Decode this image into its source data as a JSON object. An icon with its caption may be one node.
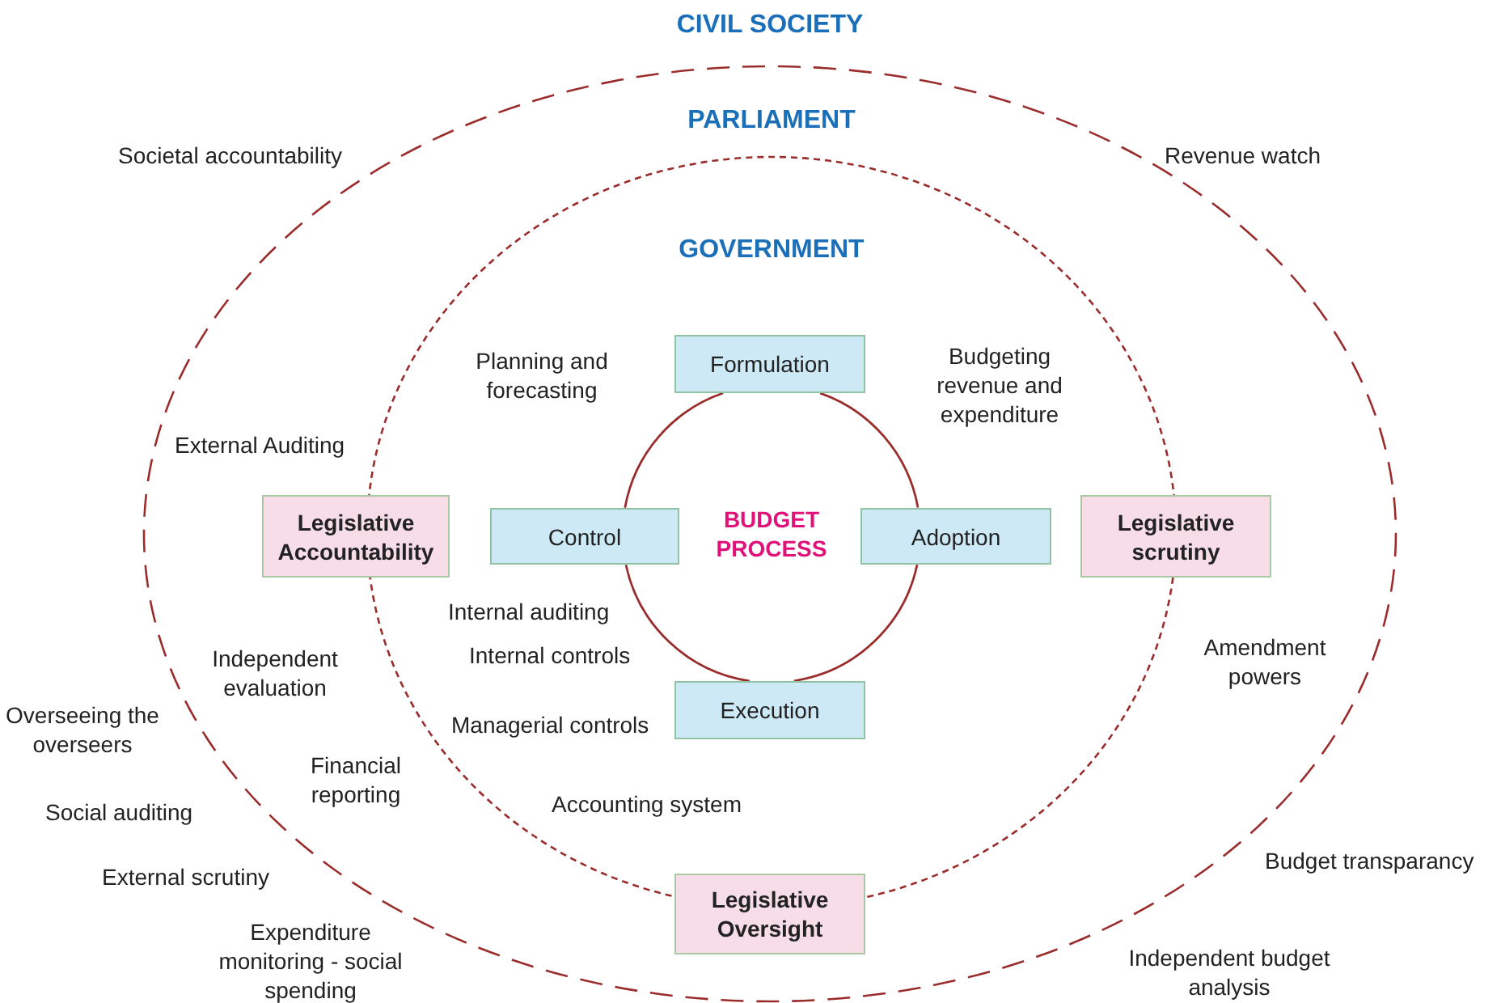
{
  "diagram": {
    "nodes": [
      {
        "text": [
          "CIVIL SOCIETY"
        ]
      },
      {
        "text": [
          "PARLIAMENT"
        ],
        "in": 0
      },
      {
        "text": [
          "Formulation"
        ],
        "in": 1
      },
      {
        "text": [
          "Control"
        ],
        "in": 1
      },
      {
        "text": [
          "Adoption"
        ],
        "in": 1
      },
      {
        "text": [
          "Execution"
        ],
        "in": 1
      },
      {
        "text": [
          "Legislative Accountability"
        ],
        "in": 0
      },
      {
        "text": [
          "Legislative scrutiny"
        ],
        "in": 0
      },
      {
        "text": [
          "Legislative Oversight"
        ],
        "in": 0
      }
    ],
    "edges": [
      {
        "from": 2,
        "to": 4,
        "arrow": "none"
      },
      {
        "from": 4,
        "to": 5,
        "arrow": "none"
      },
      {
        "from": 5,
        "to": 3,
        "arrow": "none"
      },
      {
        "from": 3,
        "to": 2,
        "arrow": "none"
      }
    ],
    "labels": [
      "Societal accountability",
      "Revenue watch",
      "GOVERNMENT",
      "Planning and forecasting",
      "Budgeting revenue and expenditure",
      "External Auditing",
      "BUDGET PROCESS",
      "Internal auditing",
      "Internal controls",
      "Amendment powers",
      "Independent evaluation",
      "Overseeing the overseers",
      "Managerial controls",
      "Financial reporting",
      "Accounting system",
      "Social auditing",
      "Budget transparancy",
      "External scrutiny",
      "Expenditure monitoring - social spending",
      "Independent budget analysis"
    ]
  }
}
